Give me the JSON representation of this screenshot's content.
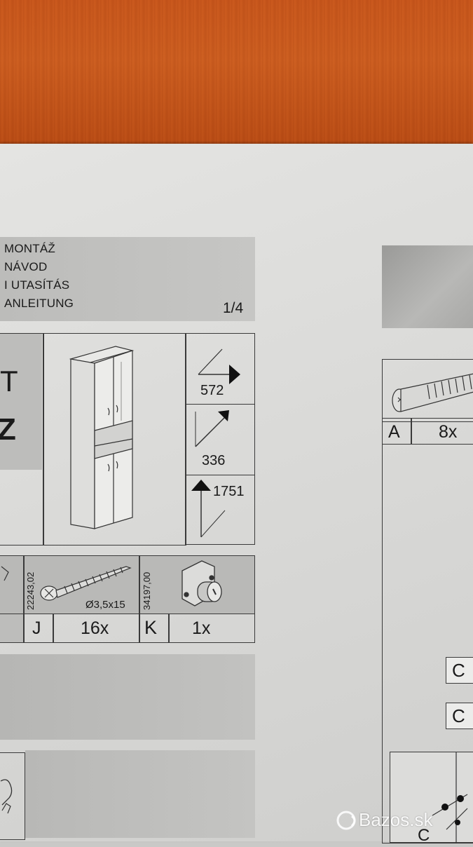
{
  "header": {
    "lines": [
      "MONTÁŽ",
      "NÁVOD",
      "I UTASÍTÁS",
      "ANLEITUNG"
    ],
    "page": "1/4"
  },
  "product": {
    "letter_top": "T",
    "letter_bottom": "Z"
  },
  "dimensions": {
    "width": "572",
    "depth": "336",
    "height": "1751"
  },
  "parts": [
    {
      "code": "22243,02",
      "size": "Ø3,5x15",
      "letter": "J",
      "qty": "16x"
    },
    {
      "code": "34197,00",
      "letter": "K",
      "qty": "1x"
    }
  ],
  "right_panel": {
    "letter": "A",
    "qty": "8x",
    "c_labels": [
      "C",
      "C"
    ],
    "bottom_label": "C"
  },
  "watermark": "Bazos.sk"
}
